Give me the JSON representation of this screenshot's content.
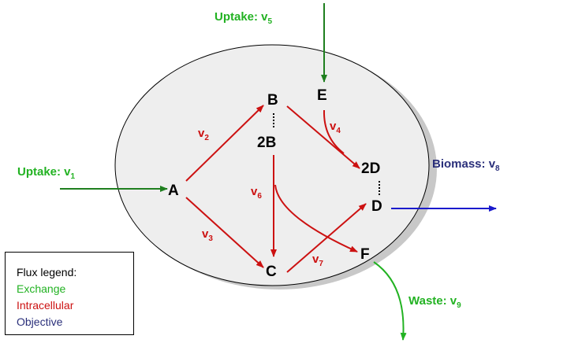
{
  "nodes": {
    "A": "A",
    "B": "B",
    "2B": "2B",
    "C": "C",
    "2D": "2D",
    "D": "D",
    "E": "E",
    "F": "F"
  },
  "fluxes": {
    "v1": {
      "label": "Uptake: v",
      "sub": "1"
    },
    "v2": {
      "label": "v",
      "sub": "2"
    },
    "v3": {
      "label": "v",
      "sub": "3"
    },
    "v4": {
      "label": "v",
      "sub": "4"
    },
    "v5": {
      "label": "Uptake: v",
      "sub": "5"
    },
    "v6": {
      "label": "v",
      "sub": "6"
    },
    "v7": {
      "label": "v",
      "sub": "7"
    },
    "v8": {
      "label": "Biomass: v",
      "sub": "8"
    },
    "v9": {
      "label": "Waste: v",
      "sub": "9"
    }
  },
  "legend": {
    "title": "Flux legend:",
    "exchange": "Exchange",
    "intracellular": "Intracellular",
    "objective": "Objective"
  },
  "colors": {
    "exchange": "#22b222",
    "intracellular": "#cc1111",
    "objective": "#1a1acc",
    "cell_fill": "#eeeeee",
    "cell_shadow": "#c8c8c8"
  }
}
